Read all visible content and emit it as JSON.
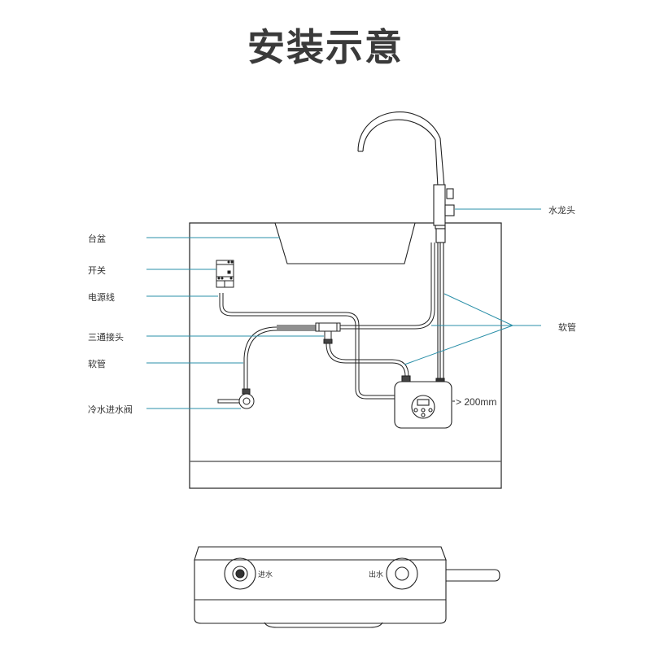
{
  "title": "安装示意",
  "labels": {
    "basin": "台盆",
    "switch": "开关",
    "power_cord": "电源线",
    "tee_joint": "三通接头",
    "hose_left": "软管",
    "cold_valve": "冷水进水阀",
    "faucet": "水龙头",
    "hose_right": "软管"
  },
  "clearance_note": "> 200mm",
  "bottom_view": {
    "inlet": "进水",
    "outlet": "出水"
  },
  "colors": {
    "leader": "#2a8fa8",
    "line": "#222222",
    "title": "#3a3a3a"
  }
}
